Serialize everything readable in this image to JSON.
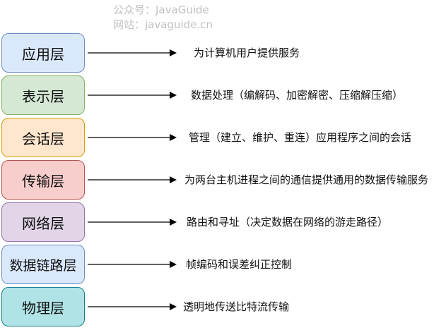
{
  "watermark": {
    "line1": "公众号：JavaGuide",
    "line2": "网站：javaguide.cn"
  },
  "layers": [
    {
      "name": "应用层",
      "description": "为计算机用户提供服务",
      "fill": "#dae8fc",
      "border": "#6c8ebf"
    },
    {
      "name": "表示层",
      "description": "数据处理（编解码、加密解密、压缩解压缩）",
      "fill": "#d5e8d4",
      "border": "#82b366"
    },
    {
      "name": "会话层",
      "description": "管理（建立、维护、重连）应用程序之间的会话",
      "fill": "#ffe6cc",
      "border": "#d79b00"
    },
    {
      "name": "传输层",
      "description": "为两台主机进程之间的通信提供通用的数据传输服务",
      "fill": "#f8cecc",
      "border": "#b85450"
    },
    {
      "name": "网络层",
      "description": "路由和寻址（决定数据在网络的游走路径）",
      "fill": "#e1d5e7",
      "border": "#9673a6"
    },
    {
      "name": "数据链路层",
      "description": "帧编码和误差纠正控制",
      "fill": "#dae8fc",
      "border": "#6c8ebf"
    },
    {
      "name": "物理层",
      "description": "透明地传送比特流传输",
      "fill": "#b0e3e6",
      "border": "#0e8088"
    }
  ],
  "arrow_color": "#000000"
}
